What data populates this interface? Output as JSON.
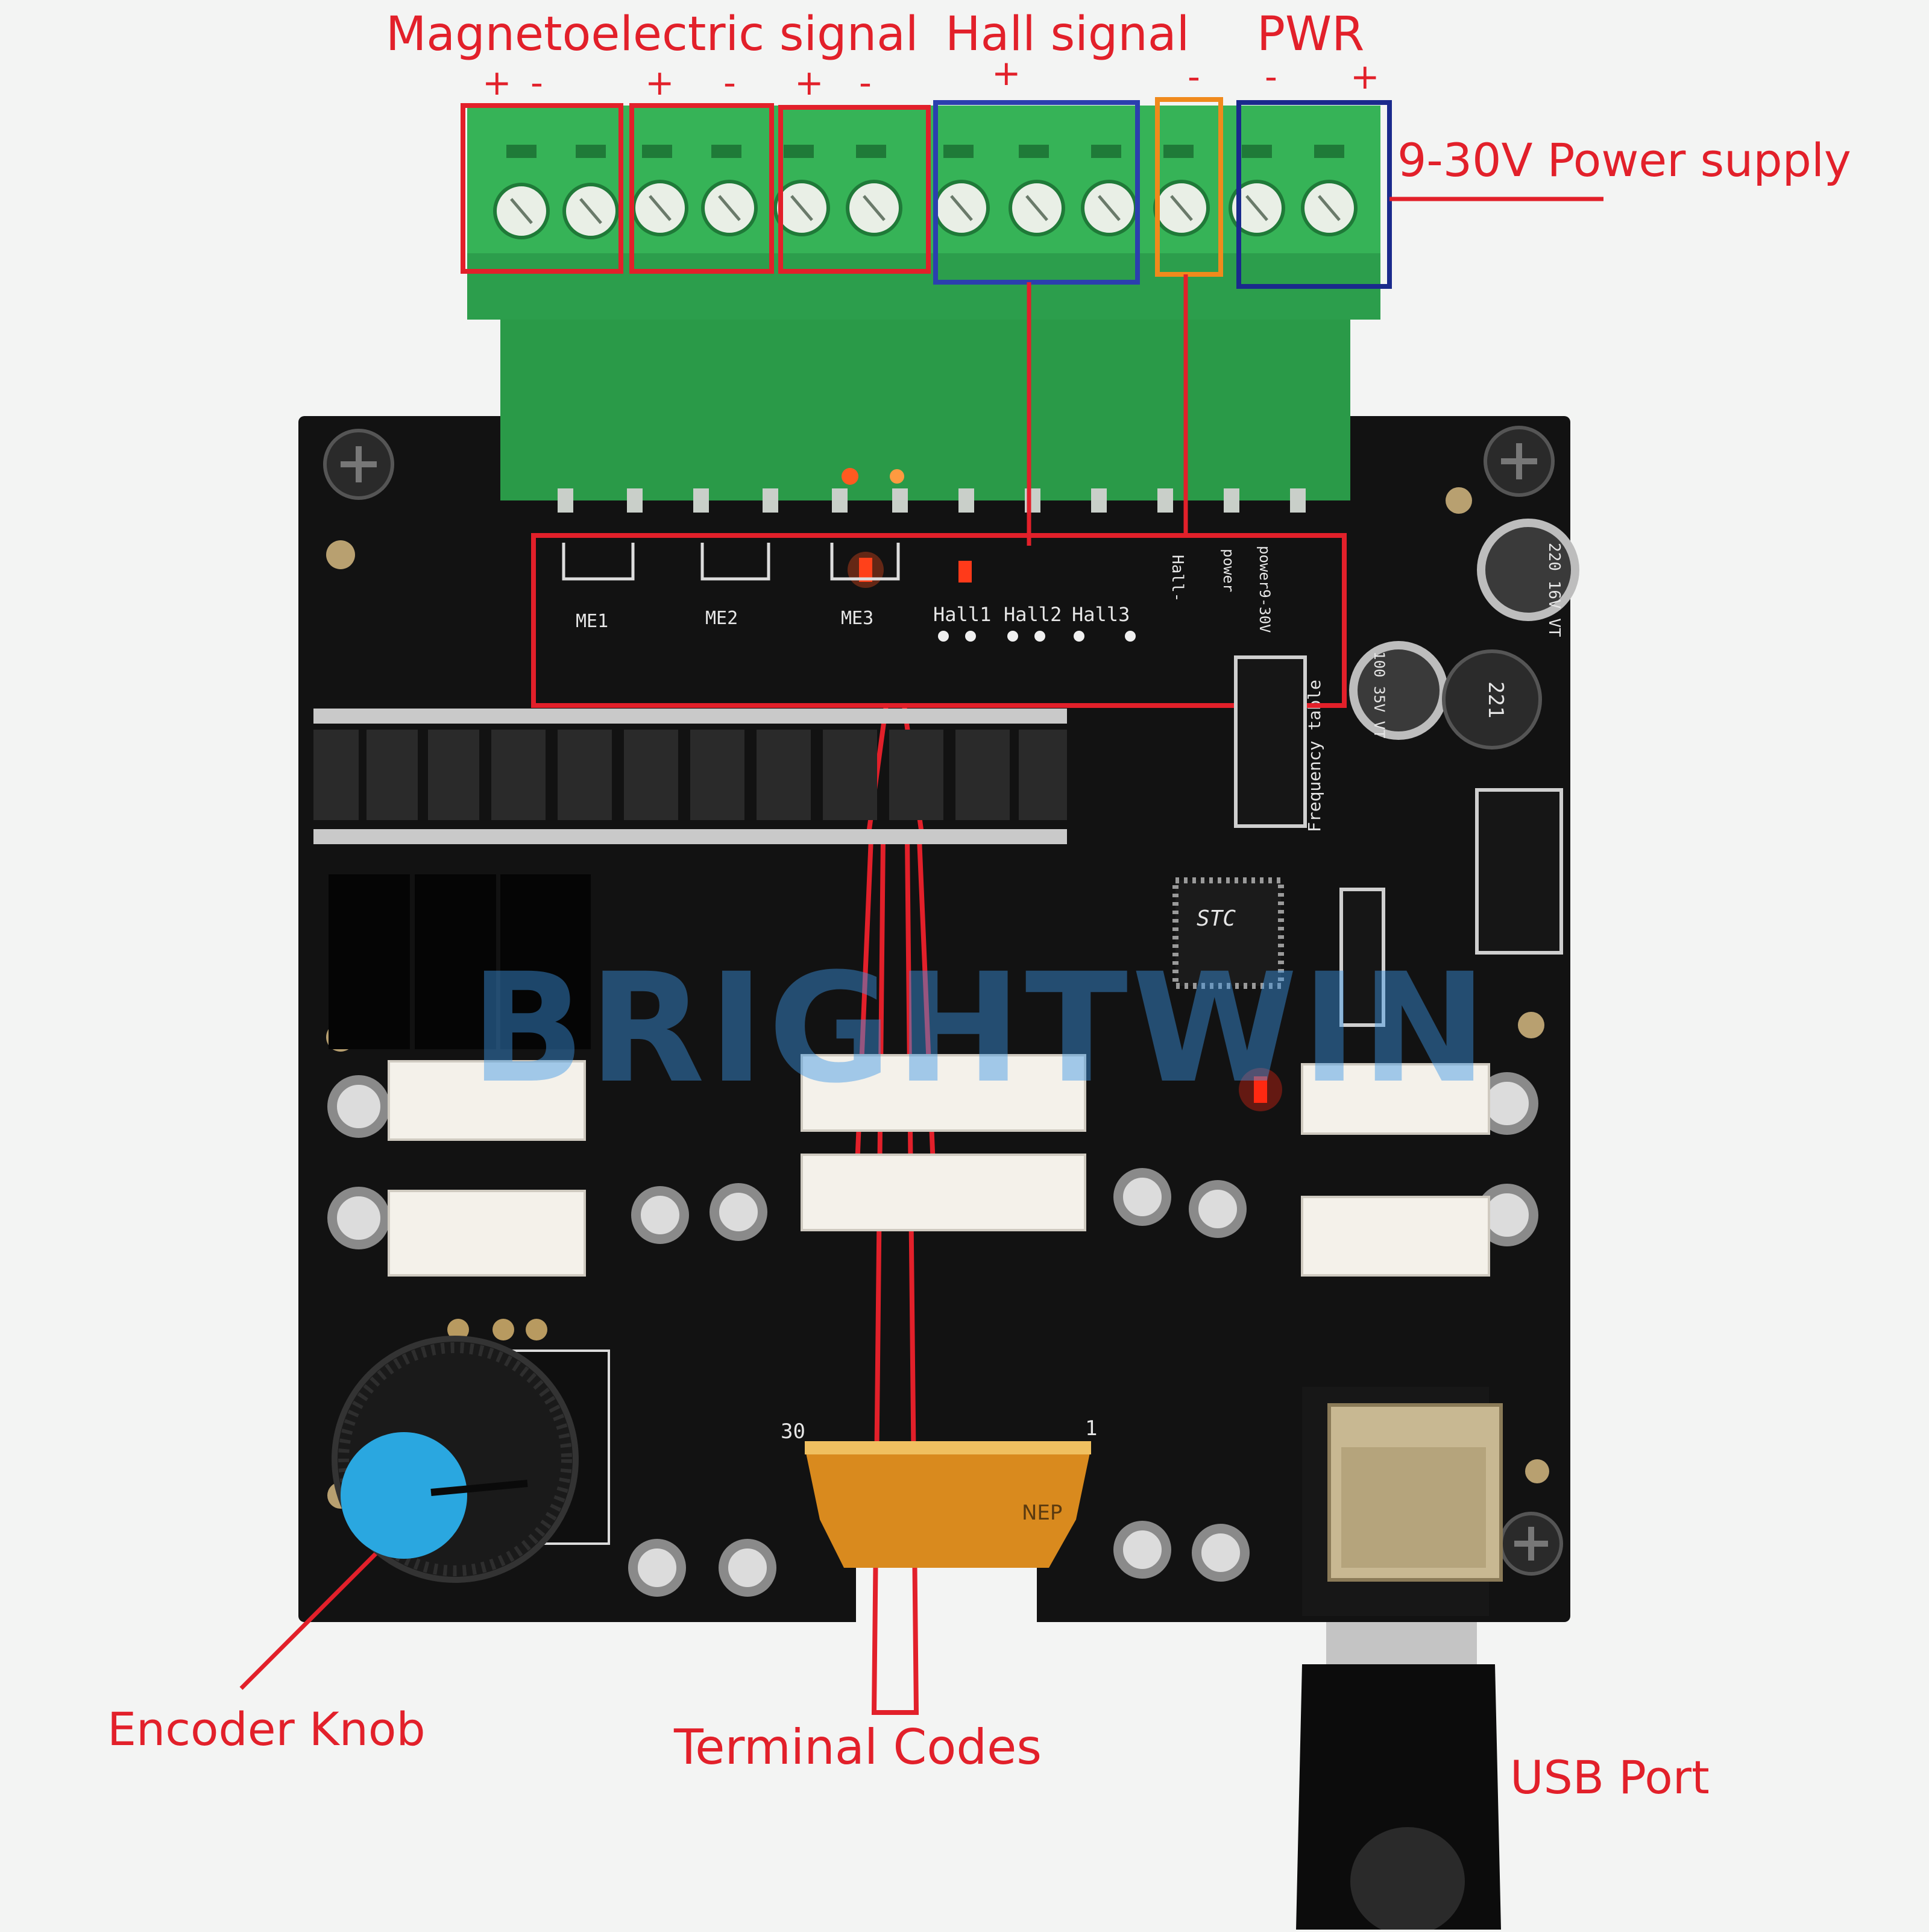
{
  "callouts": {
    "magnetoelectric_signal": "Magnetoelectric signal",
    "hall_signal": "Hall signal",
    "pwr": "PWR",
    "power_supply": "9-30V Power supply",
    "encoder_knob": "Encoder Knob",
    "terminal_codes": "Terminal Codes",
    "usb_port": "USB Port"
  },
  "polarity": {
    "me1": [
      "+",
      "-"
    ],
    "me2": [
      "+",
      "-"
    ],
    "me3": [
      "+",
      "-"
    ],
    "hall": "+",
    "hall_ground": "-",
    "pwr": [
      "-",
      "+"
    ]
  },
  "pcb_silkscreen": {
    "me1": "ME1",
    "me2": "ME2",
    "me3": "ME3",
    "hall1": "Hall1",
    "hall2": "Hall2",
    "hall3": "Hall3",
    "hall_minus": "Hall-",
    "power": "power",
    "power_range": "power9-30V",
    "frequency_table": "Frequency table",
    "mcu_brand": "STC",
    "cap_1": "220 16V VT",
    "cap_2": "100 35V VT",
    "inductor": "221",
    "fpc_pin_30": "30",
    "fpc_pin_1": "1",
    "fpc_code": "NEP"
  },
  "watermark": "BRIGHTWIN",
  "colors": {
    "annotation_red": "#e2202a",
    "hall_box_blue": "#2b3fae",
    "pwr_box_navy": "#1a2a8c",
    "ground_box_orange": "#f08a1c",
    "terminal_green": "#2fa84f",
    "pcb_black": "#121212",
    "knob_blue": "#2aa7e0"
  }
}
